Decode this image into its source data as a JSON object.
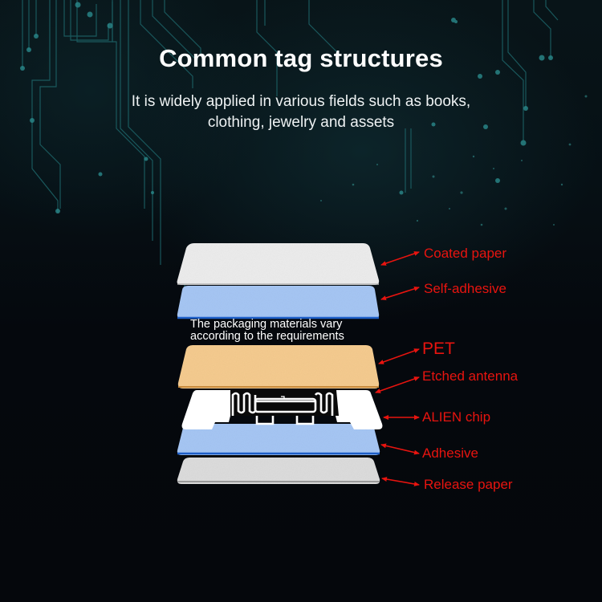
{
  "header": {
    "title": "Common tag structures",
    "subtitle_line1": "It is widely applied in various fields such as books,",
    "subtitle_line2": "clothing, jewelry and assets"
  },
  "diagram": {
    "note_line1": "The packaging materials vary",
    "note_line2": "according to the requirements",
    "layers": [
      {
        "name": "Coated paper",
        "color": "#ececec"
      },
      {
        "name": "Self-adhesive",
        "color": "#a9c8f5"
      },
      {
        "name": "PET",
        "color": "#f6cd93"
      },
      {
        "name": "Etched antenna",
        "color": "#ffffff"
      },
      {
        "name": "ALIEN chip",
        "color": "#ffffff"
      },
      {
        "name": "Adhesive",
        "color": "#a9c8f5"
      },
      {
        "name": "Release paper",
        "color": "#dedede"
      }
    ],
    "label_color": "#e8140f"
  },
  "colors": {
    "background": "#05070c",
    "circuit": "#1f6a6e",
    "title": "#ffffff"
  }
}
